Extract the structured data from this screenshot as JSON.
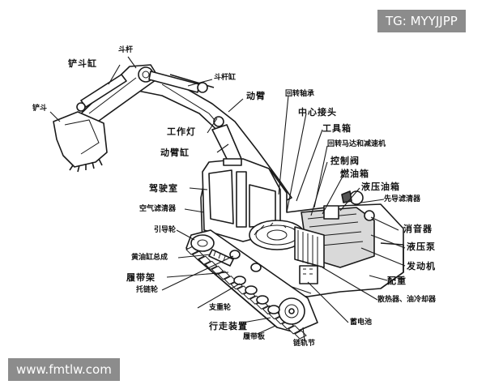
{
  "watermark_top": "TG: MYYJJPP",
  "watermark_bottom": "www.fmtlw.com",
  "labels": {
    "dou_gan": "斗杆",
    "chan_dou_gang": "铲斗缸",
    "dou_gan_gang": "斗杆缸",
    "chan_dou": "铲斗",
    "dong_bi": "动臂",
    "hui_zhuan_zhou_cheng": "回转轴承",
    "zhong_xin_jie_tou": "中心接头",
    "gong_ju_xiang": "工具箱",
    "gong_zuo_deng": "工作灯",
    "hui_zhuan_ma_da": "回转马达和减速机",
    "dong_bi_gang": "动臂缸",
    "kong_zhi_fa": "控制阀",
    "ran_you_xiang": "燃油箱",
    "jia_shi_shi": "驾驶室",
    "ye_ya_you_xiang": "液压油箱",
    "xian_dao_lv_qing_qi": "先导滤清器",
    "kong_qi_lv_qing_qi": "空气滤清器",
    "xiao_yin_qi": "消音器",
    "yin_dao_lun": "引导轮",
    "ye_ya_beng": "液压泵",
    "huang_you_gang": "黄油缸总成",
    "fa_dong_ji": "发动机",
    "lv_dai_jia": "履带架",
    "pei_zhong": "配重",
    "tuo_lian_lun": "托链轮",
    "san_re_qi": "散热器、油冷却器",
    "zhi_zhong_lun": "支重轮",
    "xu_dian_chi": "蓄电池",
    "xing_zou_zhuang_zhi": "行走装置",
    "lv_dai_ban": "履带板",
    "lian_gui_jie": "链轨节"
  }
}
